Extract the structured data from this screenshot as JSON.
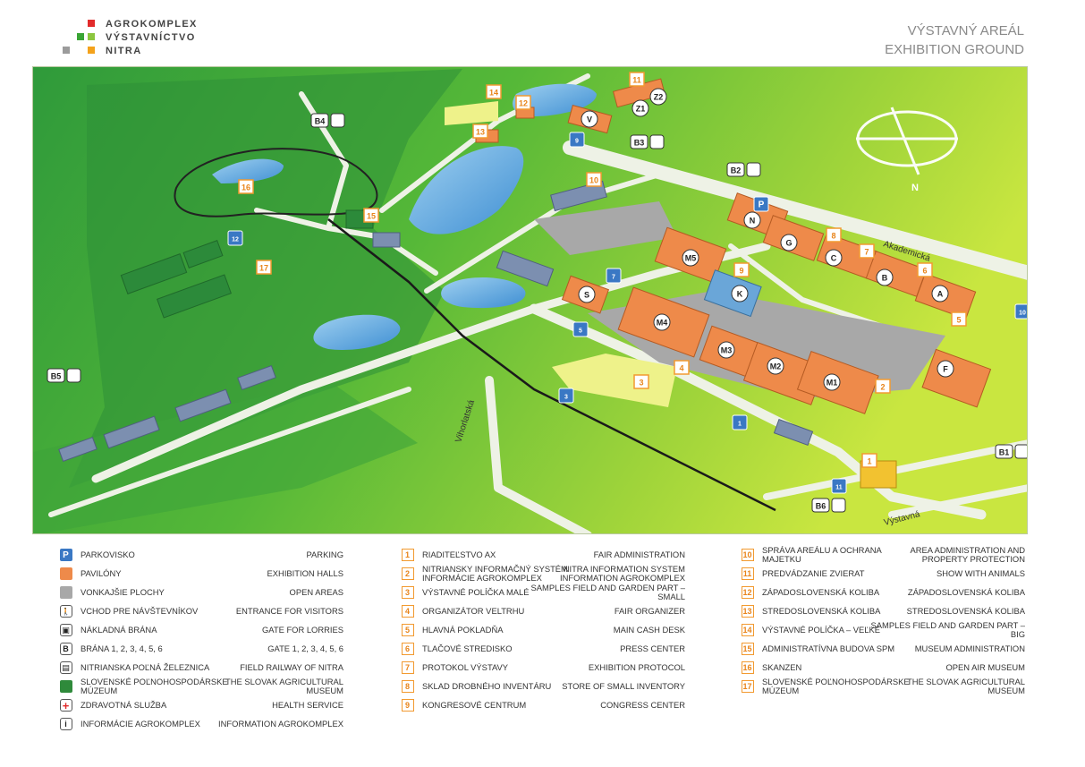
{
  "logo": {
    "lines": [
      "AGROKOMPLEX",
      "VÝSTAVNÍCTVO",
      "NITRA"
    ],
    "colors": [
      "#e22b2b",
      "#3aa535",
      "#8cc63f",
      "#9b9b9b",
      "#f4a21b"
    ]
  },
  "title": {
    "line1": "VÝSTAVNÝ AREÁL",
    "line2": "EXHIBITION GROUND"
  },
  "compass": {
    "label": "N"
  },
  "map_labels": {
    "streets": {
      "akademicka": "Akademická",
      "vihorlatska": "Vihorlatská",
      "vystavna": "Výstavná"
    },
    "halls": [
      "M5",
      "M4",
      "M3",
      "M2",
      "M1",
      "N",
      "G",
      "C",
      "B",
      "A",
      "F",
      "K",
      "S",
      "V",
      "Z1",
      "Z2"
    ],
    "gates": [
      "B1",
      "B2",
      "B3",
      "B4",
      "B5",
      "B6"
    ],
    "numbers": [
      "1",
      "2",
      "3",
      "4",
      "5",
      "6",
      "7",
      "8",
      "9",
      "10",
      "11",
      "12",
      "13",
      "14",
      "15",
      "16",
      "17"
    ],
    "parking": [
      "P",
      "12",
      "10",
      "11",
      "1",
      "3",
      "5",
      "7",
      "9"
    ]
  },
  "legend_col1": [
    {
      "icon": "parking-icon",
      "sk": "PARKOVISKO",
      "en": "PARKING"
    },
    {
      "icon": "pavilion-swatch",
      "sk": "PAVILÓNY",
      "en": "EXHIBITION HALLS",
      "color": "#ee8a4a"
    },
    {
      "icon": "open-area-swatch",
      "sk": "VONKAJŠIE PLOCHY",
      "en": "OPEN AREAS",
      "color": "#a8a8a8"
    },
    {
      "icon": "visitor-entrance-icon",
      "sk": "VCHOD PRE NÁVŠTEVNÍKOV",
      "en": "ENTRANCE FOR VISITORS"
    },
    {
      "icon": "lorry-gate-icon",
      "sk": "NÁKLADNÁ BRÁNA",
      "en": "GATE FOR LORRIES"
    },
    {
      "icon": "gate-b-icon",
      "glyph": "B",
      "sk": "BRÁNA 1, 2, 3, 4, 5, 6",
      "en": "GATE 1, 2, 3, 4, 5, 6"
    },
    {
      "icon": "railway-icon",
      "sk": "NITRIANSKA POĽNÁ ŽELEZNICA",
      "en": "FIELD RAILWAY OF NITRA"
    },
    {
      "icon": "museum-swatch",
      "sk": "SLOVENSKÉ POĽNOHOSPODÁRSKE MÚZEUM",
      "en": "THE SLOVAK AGRICULTURAL MUSEUM",
      "color": "#2f8a3b"
    },
    {
      "icon": "health-service-icon",
      "sk": "ZDRAVOTNÁ SLUŽBA",
      "en": "HEALTH SERVICE"
    },
    {
      "icon": "information-icon",
      "sk": "INFORMÁCIE AGROKOMPLEX",
      "en": "INFORMATION AGROKOMPLEX"
    }
  ],
  "legend_col2": [
    {
      "num": "1",
      "sk": "RIADITEĽSTVO AX",
      "en": "FAIR ADMINISTRATION"
    },
    {
      "num": "2",
      "sk": "NITRIANSKY INFORMAČNÝ SYSTÉM INFORMÁCIE AGROKOMPLEX",
      "en": "NITRA INFORMATION SYSTEM INFORMATION AGROKOMPLEX"
    },
    {
      "num": "3",
      "sk": "VÝSTAVNÉ POLÍČKA MALÉ",
      "en": "SAMPLES FIELD AND GARDEN PART – SMALL"
    },
    {
      "num": "4",
      "sk": "ORGANIZÁTOR VELTRHU",
      "en": "FAIR ORGANIZER"
    },
    {
      "num": "5",
      "sk": "HLAVNÁ POKLADŇA",
      "en": "MAIN CASH DESK"
    },
    {
      "num": "6",
      "sk": "TLAČOVÉ STREDISKO",
      "en": "PRESS CENTER"
    },
    {
      "num": "7",
      "sk": "PROTOKOL VÝSTAVY",
      "en": "EXHIBITION PROTOCOL"
    },
    {
      "num": "8",
      "sk": "SKLAD DROBNÉHO INVENTÁRU",
      "en": "STORE OF SMALL INVENTORY"
    },
    {
      "num": "9",
      "sk": "KONGRESOVÉ CENTRUM",
      "en": "CONGRESS CENTER"
    }
  ],
  "legend_col3": [
    {
      "num": "10",
      "sk": "SPRÁVA AREÁLU A OCHRANA MAJETKU",
      "en": "AREA ADMINISTRATION AND PROPERTY PROTECTION"
    },
    {
      "num": "11",
      "sk": "PREDVÁDZANIE ZVIERAT",
      "en": "SHOW WITH ANIMALS"
    },
    {
      "num": "12",
      "sk": "ZÁPADOSLOVENSKÁ KOLIBA",
      "en": "ZÁPADOSLOVENSKÁ KOLIBA"
    },
    {
      "num": "13",
      "sk": "STREDOSLOVENSKÁ KOLIBA",
      "en": "STREDOSLOVENSKÁ KOLIBA"
    },
    {
      "num": "14",
      "sk": "VÝSTAVNÉ POLÍČKA – VEĽKÉ",
      "en": "SAMPLES FIELD AND GARDEN PART – BIG"
    },
    {
      "num": "15",
      "sk": "ADMINISTRATÍVNA BUDOVA SPM",
      "en": "MUSEUM ADMINISTRATION"
    },
    {
      "num": "16",
      "sk": "SKANZEN",
      "en": "OPEN AIR MUSEUM"
    },
    {
      "num": "17",
      "sk": "SLOVENSKÉ POĽNOHOSPODÁRSKE MÚZEUM",
      "en": "THE SLOVAK AGRICULTURAL MUSEUM"
    }
  ]
}
